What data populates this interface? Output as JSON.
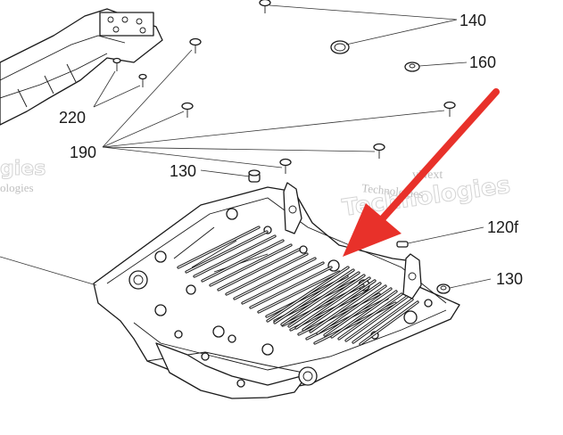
{
  "callouts": {
    "c140": "140",
    "c160": "160",
    "c220": "220",
    "c190": "190",
    "c130_top": "130",
    "c120f": "120f",
    "c130_right": "130"
  },
  "watermarks": {
    "line1": "vNext",
    "line2": "Technologies",
    "left1": "gies",
    "left2": "ologies"
  },
  "colors": {
    "arrow": "#e8312a",
    "line_art": "#1a1a1a"
  }
}
